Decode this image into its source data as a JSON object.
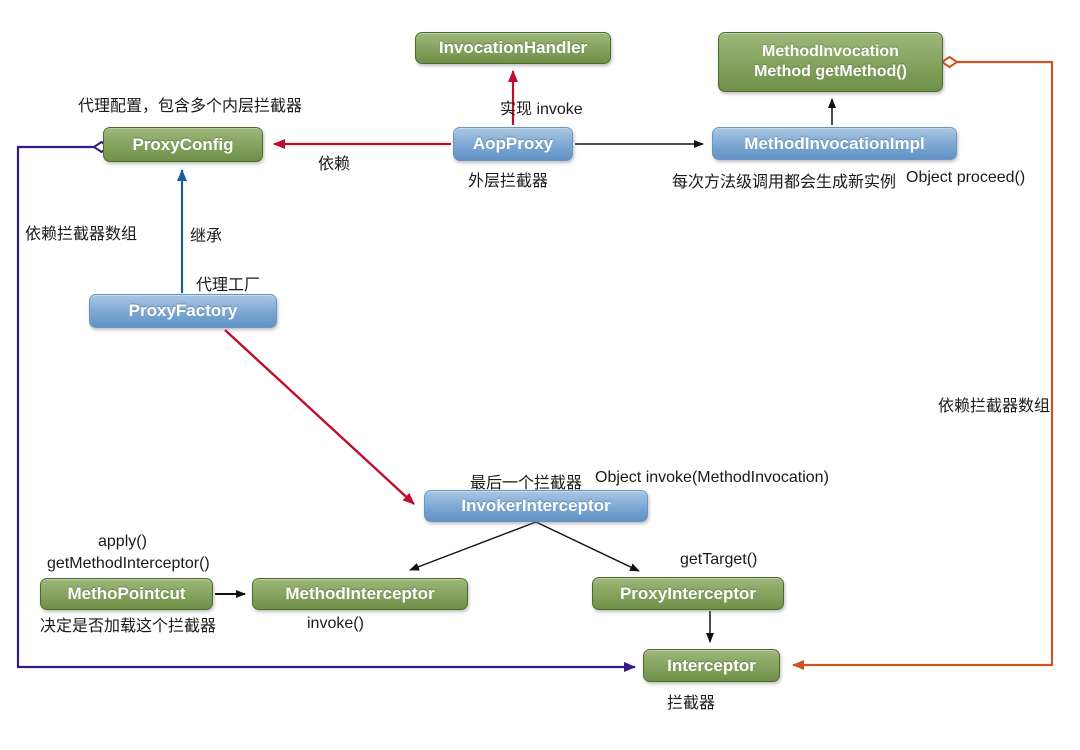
{
  "nodes": {
    "invocation_handler": {
      "label": "InvocationHandler"
    },
    "method_invocation": {
      "line1": "MethodInvocation",
      "line2": "Method getMethod()"
    },
    "proxy_config": {
      "label": "ProxyConfig"
    },
    "aop_proxy": {
      "label": "AopProxy"
    },
    "method_invocation_impl": {
      "label": "MethodInvocationImpl"
    },
    "proxy_factory": {
      "label": "ProxyFactory"
    },
    "invoker_interceptor": {
      "label": "InvokerInterceptor"
    },
    "metho_pointcut": {
      "label": "MethoPointcut"
    },
    "method_interceptor": {
      "label": "MethodInterceptor"
    },
    "proxy_interceptor": {
      "label": "ProxyInterceptor"
    },
    "interceptor": {
      "label": "Interceptor"
    }
  },
  "annotations": {
    "proxy_config_note": "代理配置，包含多个内层拦截器",
    "implement_invoke": "实现 invoke",
    "depends": "依赖",
    "outer_interceptor": "外层拦截器",
    "new_instance_note": "每次方法级调用都会生成新实例",
    "object_proceed": "Object proceed()",
    "depends_interceptor_array_left": "依赖拦截器数组",
    "inherit": "继承",
    "proxy_factory_note": "代理工厂",
    "last_interceptor_note": "最后一个拦截器",
    "object_invoke": "Object invoke(MethodInvocation)",
    "apply": "apply()",
    "get_method_interceptor": "getMethodInterceptor()",
    "decide_note": "决定是否加载这个拦截器",
    "invoke": "invoke()",
    "get_target": "getTarget()",
    "depends_interceptor_array_right": "依赖拦截器数组",
    "interceptor_note": "拦截器"
  },
  "colors": {
    "green_node": "#84a25d",
    "green_node_border": "#4c6a2f",
    "blue_node": "#7ca7d3",
    "blue_node_border": "#6a94c2",
    "red_arrow": "#c00d2e",
    "purple_arrow": "#371b85",
    "orange_arrow": "#cb5524",
    "inherit_blue_arrow": "#1d5c9d",
    "black_arrow": "#111111",
    "node_text": "#ffffff",
    "label_text": "#1a1a1a"
  }
}
